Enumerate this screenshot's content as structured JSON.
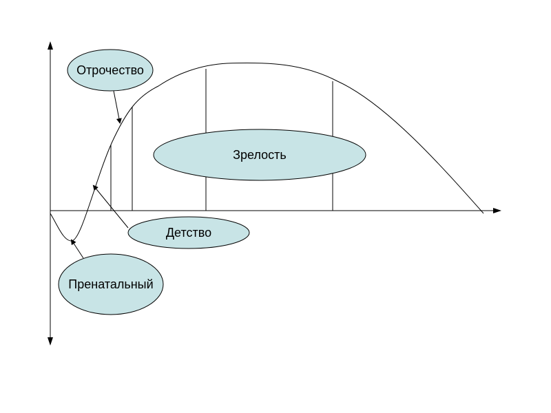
{
  "diagram": {
    "colors": {
      "bubble_fill": "#c8e4e6",
      "stroke": "#000000",
      "background": "#ffffff"
    },
    "stages": {
      "adolescence": "Отрочество",
      "maturity": "Зрелость",
      "childhood": "Детство",
      "prenatal": "Пренатальный"
    }
  }
}
